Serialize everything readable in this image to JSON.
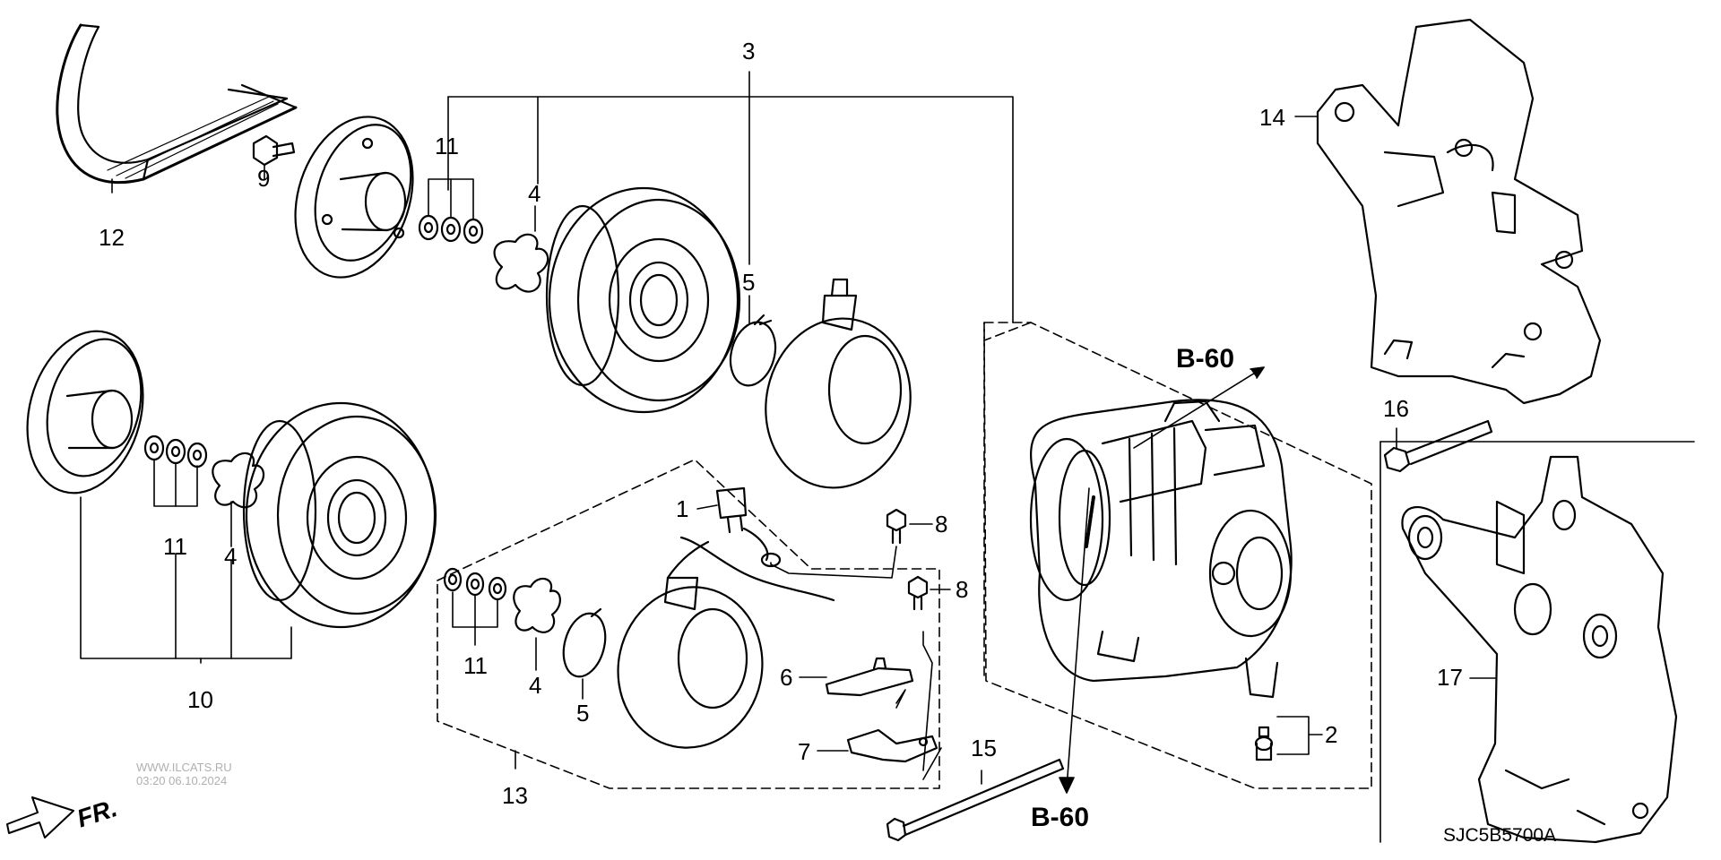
{
  "diagram": {
    "code": "SJC5B5700A",
    "watermark": {
      "site": "WWW.ILCATS.RU",
      "timestamp": "03:20 06.10.2024"
    },
    "direction_label": "FR.",
    "references": [
      "B-60",
      "B-60"
    ],
    "callouts": {
      "c1": "1",
      "c2": "2",
      "c3": "3",
      "c4a": "4",
      "c4b": "4",
      "c4c": "4",
      "c5a": "5",
      "c5b": "5",
      "c6": "6",
      "c7": "7",
      "c8a": "8",
      "c8b": "8",
      "c9": "9",
      "c10": "10",
      "c11a": "11",
      "c11b": "11",
      "c11c": "11",
      "c12": "12",
      "c13": "13",
      "c14": "14",
      "c15": "15",
      "c16": "16",
      "c17": "17"
    }
  }
}
